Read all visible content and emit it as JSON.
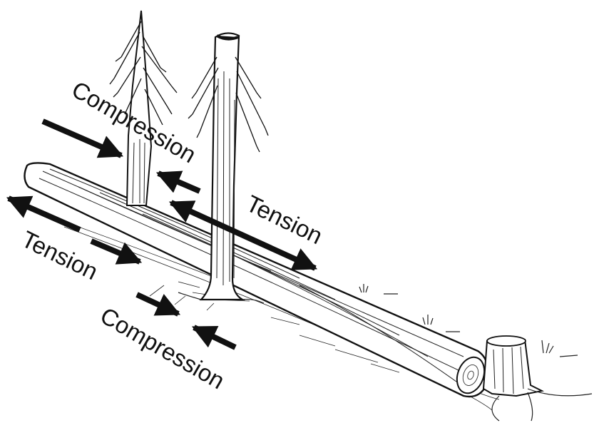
{
  "labels": {
    "compression_upper": "Compression",
    "tension_upper": "Tension",
    "tension_lower": "Tension",
    "compression_lower": "Compression"
  },
  "colors": {
    "ink": "#111111",
    "paper": "#ffffff"
  },
  "icons": {
    "arrow": "filled-triangle-arrowhead"
  }
}
